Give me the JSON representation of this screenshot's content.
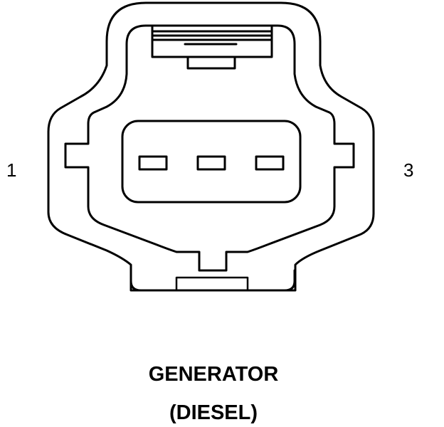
{
  "pins": {
    "left_label": "1",
    "right_label": "3"
  },
  "caption": {
    "title": "GENERATOR",
    "subtitle": "(DIESEL)"
  },
  "colors": {
    "stroke": "#000000",
    "background": "#ffffff"
  }
}
